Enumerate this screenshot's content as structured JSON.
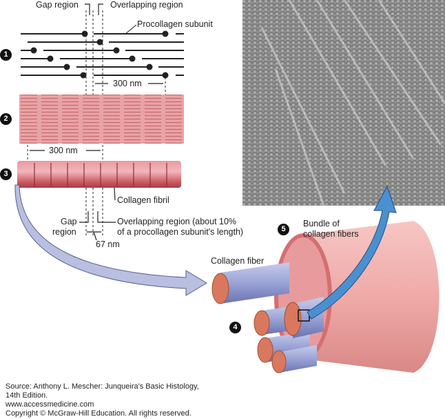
{
  "labels": {
    "gap_region_top": "Gap region",
    "overlapping_region_top": "Overlapping region",
    "procollagen_subunit": "Procollagen subunit",
    "nm300_a": "300 nm",
    "nm300_b": "300 nm",
    "collagen_fibril": "Collagen fibril",
    "gap_line1": "Gap",
    "gap_line2": "region",
    "overlap_line1": "Overlapping region (about 10%",
    "overlap_line2": "of a procollagen subunit's length)",
    "nm67": "67 nm",
    "collagen_fiber": "Collagen fiber",
    "bundle_line1": "Bundle of",
    "bundle_line2": "collagen fibers"
  },
  "steps": [
    "1",
    "2",
    "3",
    "4",
    "5"
  ],
  "source": {
    "line1": "Source: Anthony L. Mescher: Junqueira's Basic Histology,",
    "line2": "14th Edition.",
    "line3": "www.accessmedicine.com",
    "line4": "Copyright © McGraw-Hill Education. All rights reserved."
  },
  "colors": {
    "fibril": "#c9575f",
    "arrow_left": "#b8bfe0",
    "arrow_right": "#4a90d0"
  }
}
